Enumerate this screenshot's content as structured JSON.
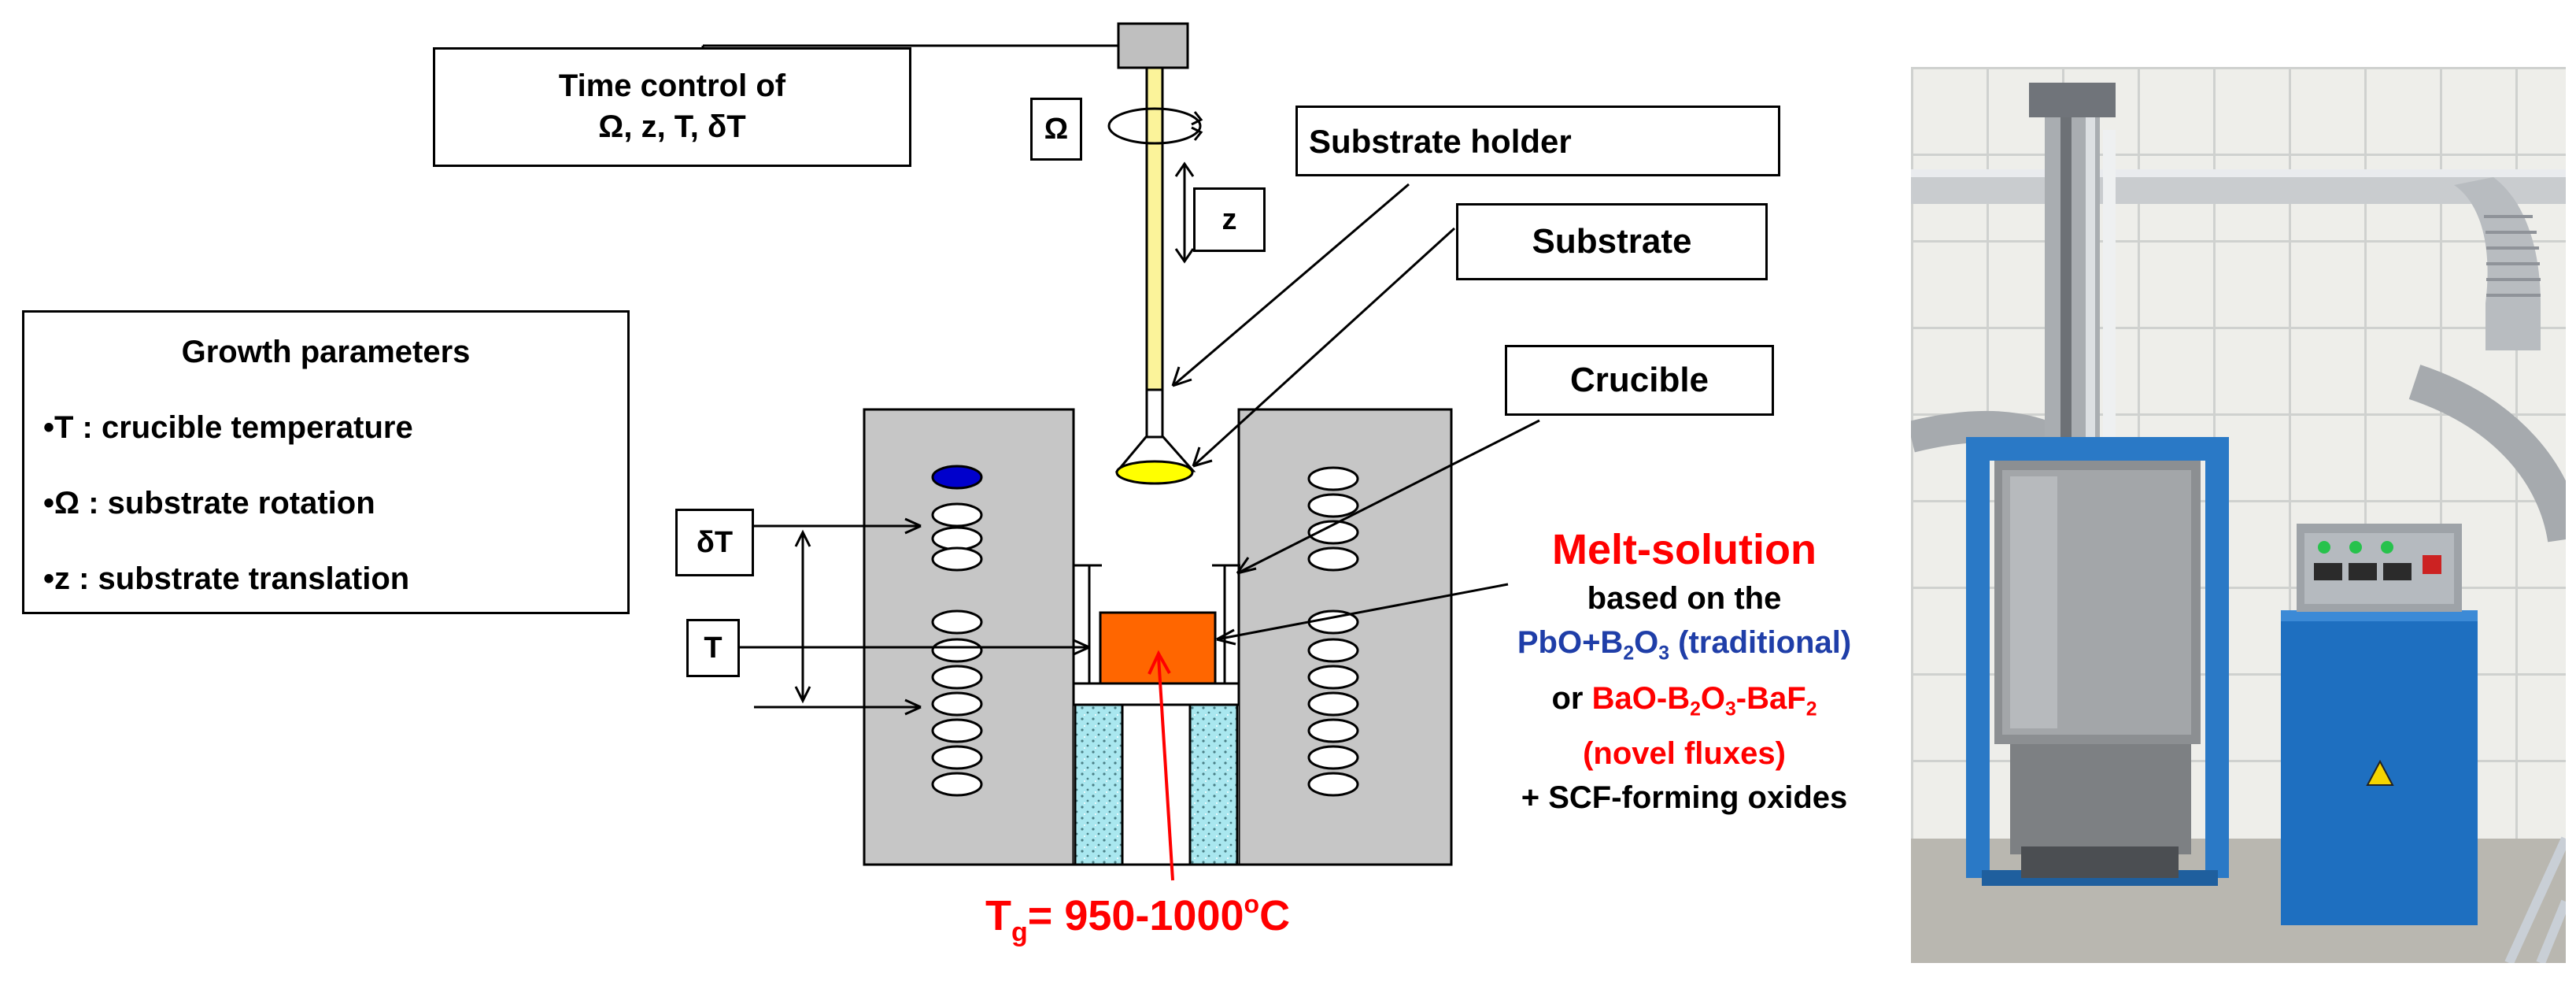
{
  "time_control": {
    "line1": "Time control of",
    "line2": "Ω, z, T, δT"
  },
  "omega_label": "Ω",
  "z_label": "z",
  "substrate_holder_label": "Substrate holder",
  "substrate_label": "Substrate",
  "crucible_label": "Crucible",
  "growth_params": {
    "title": "Growth parameters",
    "items": [
      "•T : crucible temperature",
      "•Ω : substrate rotation",
      "•z : substrate translation"
    ]
  },
  "delta_t_label": "δT",
  "t_label": "T",
  "melt": {
    "title": "Melt-solution",
    "line1": "based on the",
    "line2_a": "PbO+B",
    "line2_sub1": "2",
    "line2_b": "O",
    "line2_sub2": "3",
    "line2_c": " (traditional)",
    "line3_or": "or  ",
    "line3_a": "BaO-B",
    "line3_sub1": "2",
    "line3_b": "O",
    "line3_sub2": "3",
    "line3_c": "-BaF",
    "line3_sub3": "2",
    "line4": "(novel fluxes)",
    "line5": "+ SCF-forming oxides"
  },
  "tg": {
    "prefix": "T",
    "sub": "g",
    "value": "= 950-1000",
    "sup": "o",
    "unit": "C"
  },
  "colors": {
    "rod": "#fbf39a",
    "furnace": "#c6c6c6",
    "melt": "#ff6600",
    "substrate": "#ffff00",
    "dot": "#0000cc",
    "red_text": "#ff0000",
    "blue_text": "#1f3ea8",
    "insulation": "#aee8ee"
  }
}
